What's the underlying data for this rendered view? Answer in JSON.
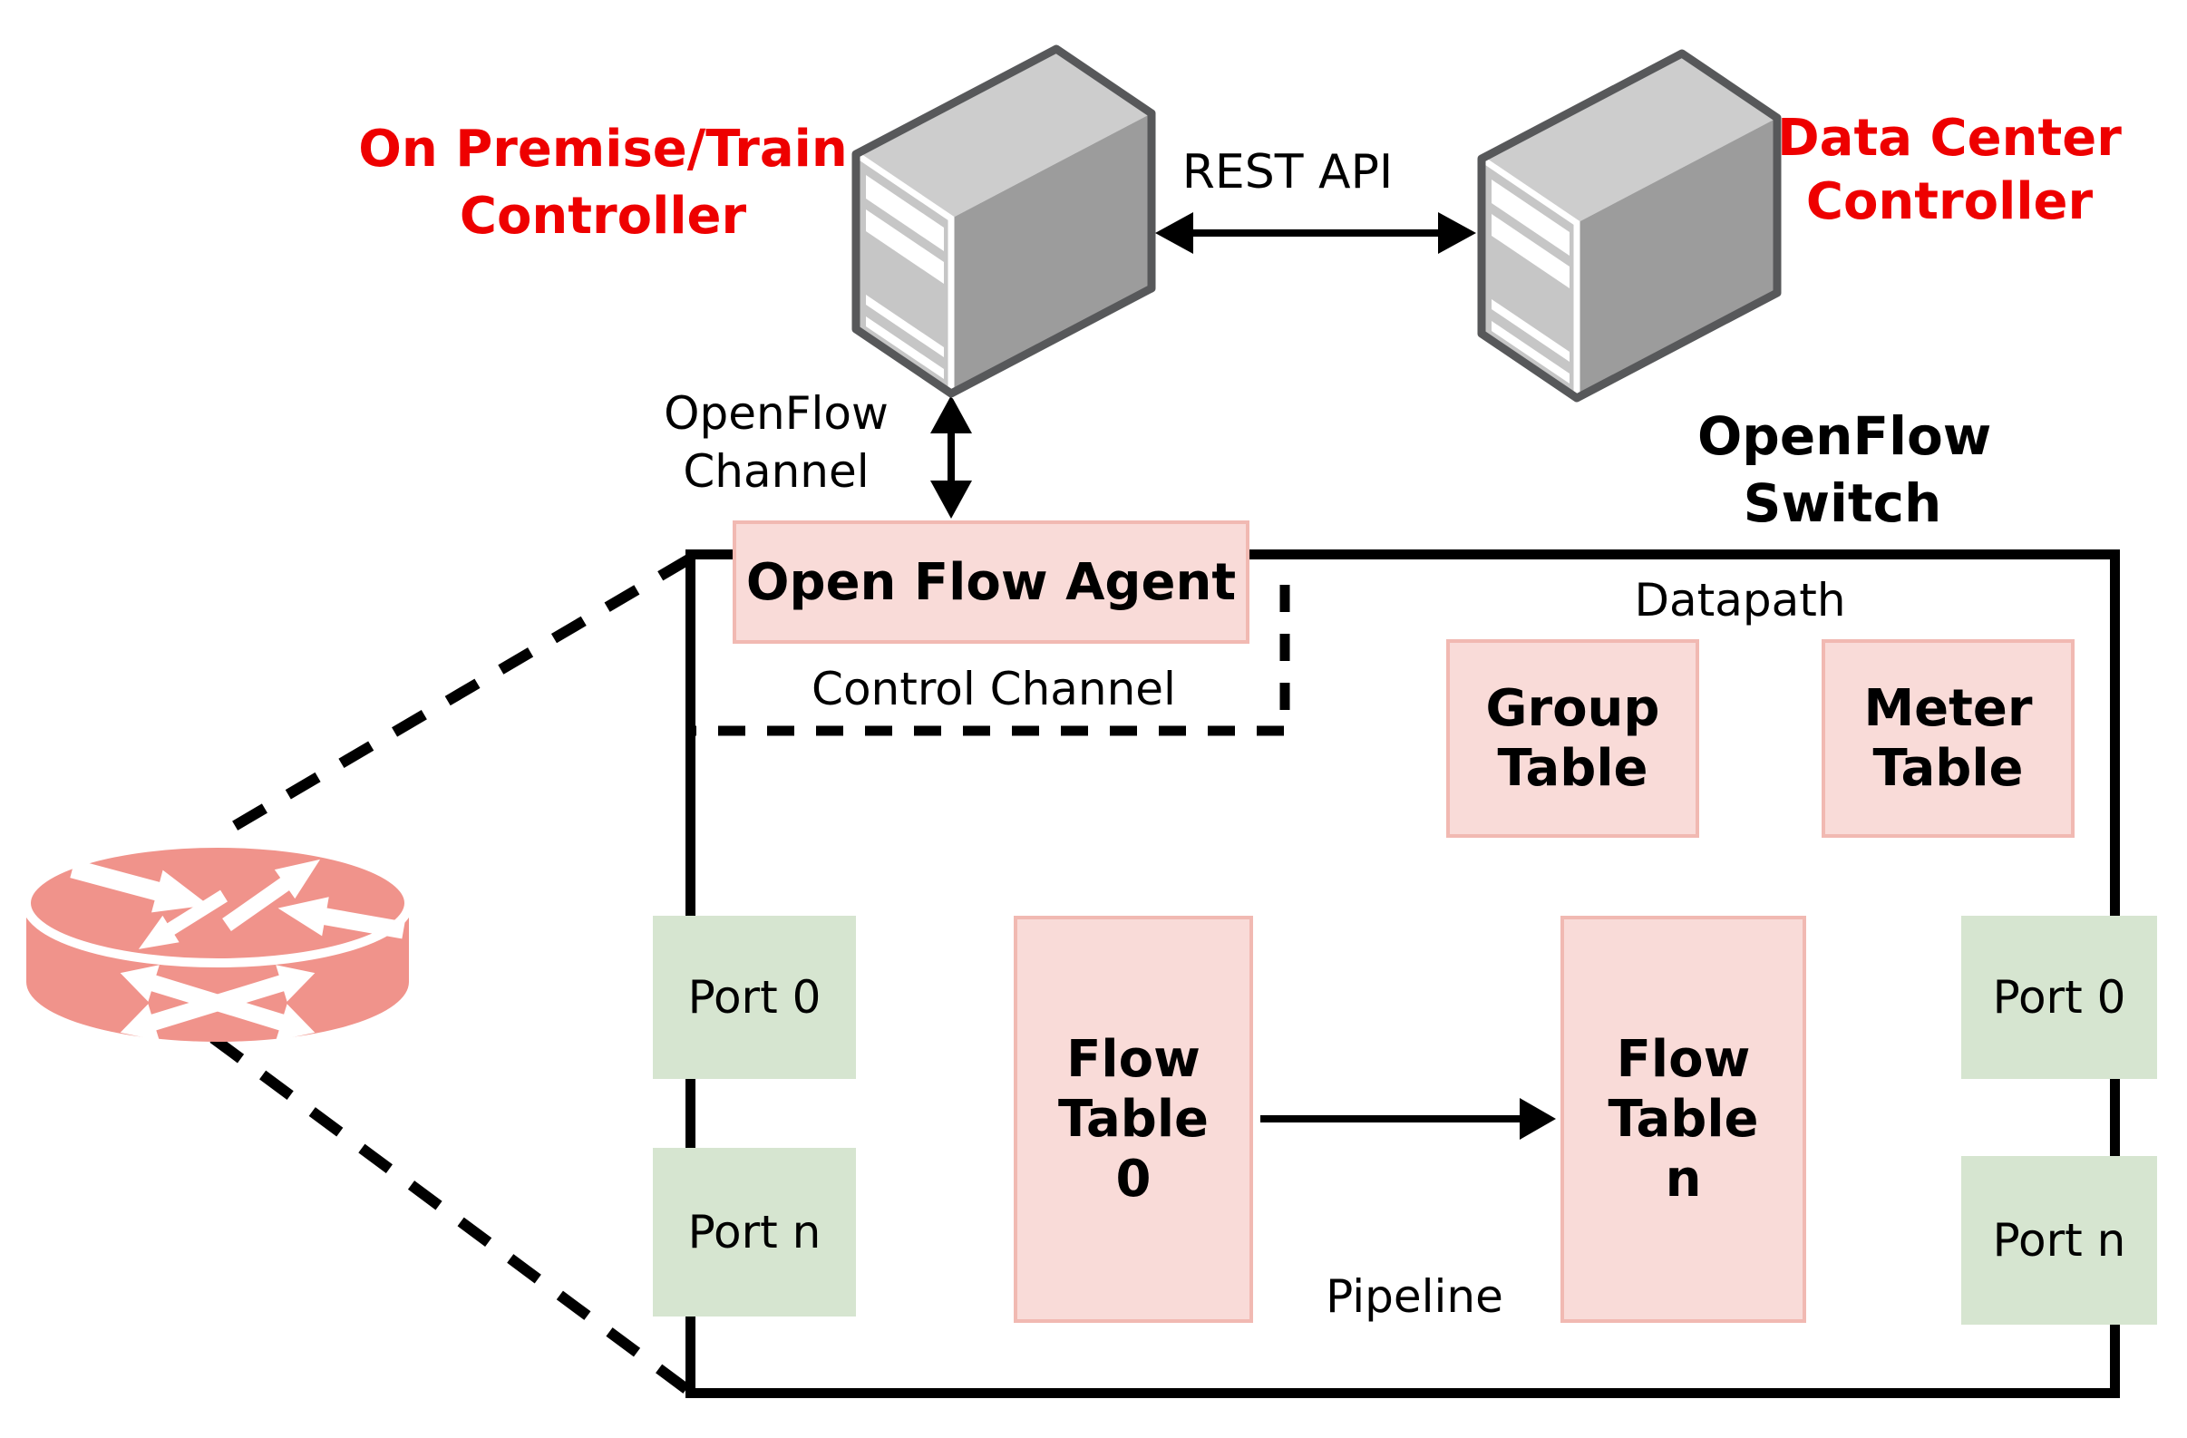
{
  "controllers": {
    "on_premise": {
      "line1": "On Premise/Train",
      "line2": "Controller"
    },
    "data_center": {
      "line1": "Data Center",
      "line2": "Controller"
    }
  },
  "links": {
    "rest_api": "REST API",
    "openflow_channel": {
      "line1": "OpenFlow",
      "line2": "Channel"
    },
    "control_channel": "Control Channel"
  },
  "switch": {
    "title": {
      "line1": "OpenFlow",
      "line2": "Switch"
    },
    "agent_label": "Open Flow Agent",
    "datapath_label": "Datapath",
    "pipeline_label": "Pipeline",
    "tables": {
      "group": {
        "line1": "Group",
        "line2": "Table"
      },
      "meter": {
        "line1": "Meter",
        "line2": "Table"
      },
      "flow_first": {
        "line1": "Flow",
        "line2": "Table",
        "line3": "0"
      },
      "flow_last": {
        "line1": "Flow",
        "line2": "Table",
        "line3": "n"
      }
    },
    "ports_left": [
      {
        "label": "Port 0"
      },
      {
        "label": "Port n"
      }
    ],
    "ports_right": [
      {
        "label": "Port 0"
      },
      {
        "label": "Port n"
      }
    ]
  },
  "icons": {
    "on_premise_controller": "server-tower-icon",
    "data_center_controller": "server-tower-icon",
    "physical_device": "router-icon"
  },
  "colors": {
    "red_label": "#ee0000",
    "pink_fill": "#f9dbd8",
    "pink_border": "#f1b9b2",
    "green_fill": "#d6e5d0",
    "router_fill": "#f0938b",
    "server_front": "#c6c6c6",
    "server_top": "#cdcdcd",
    "server_side": "#9c9c9c",
    "server_outline": "#57585a",
    "line": "#000000"
  }
}
